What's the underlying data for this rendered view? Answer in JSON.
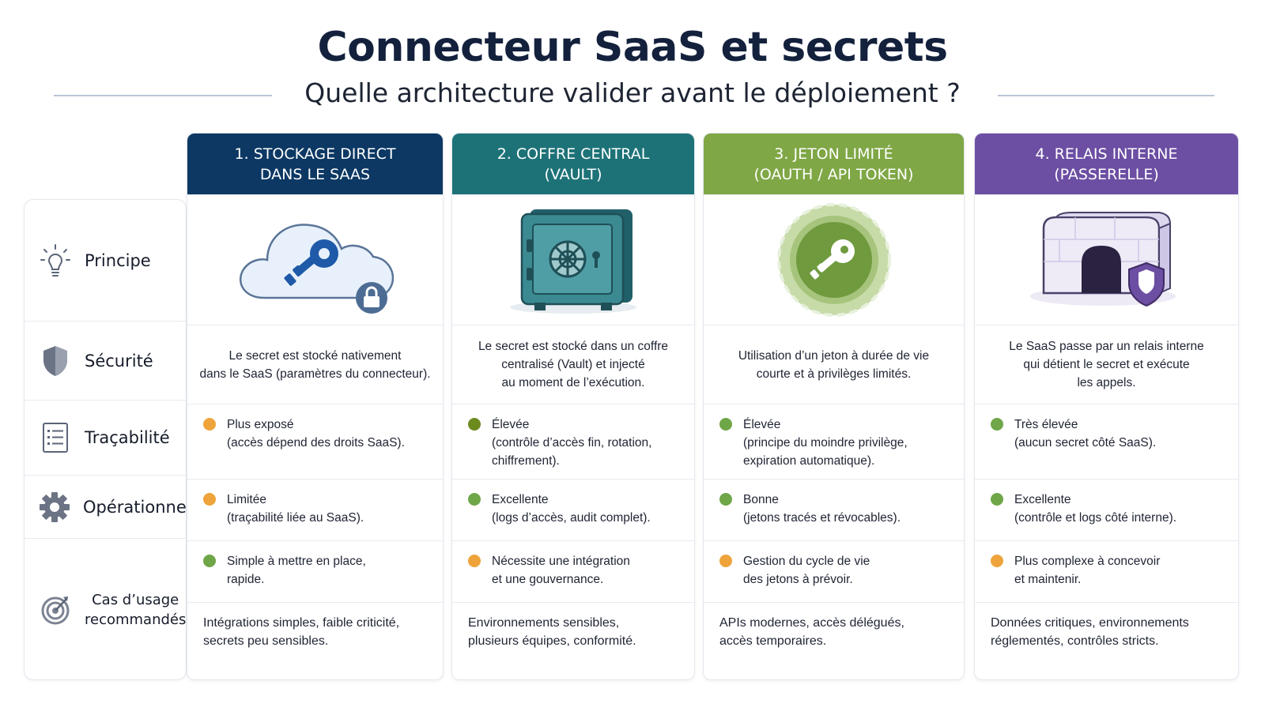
{
  "title": "Connecteur SaaS et secrets",
  "subtitle": "Quelle architecture valider avant le déploiement ?",
  "colors": {
    "orange": "#eea43a",
    "green": "#6ea648",
    "olive": "#6d8a1f",
    "navy": "#0c3863",
    "teal": "#1d7277",
    "lime": "#7fa745",
    "purple": "#6c4ea3"
  },
  "row_labels": [
    {
      "label": "Principe",
      "icon": "lightbulb-icon"
    },
    {
      "label": "Sécurité",
      "icon": "shield-icon"
    },
    {
      "label": "Traçabilité",
      "icon": "checklist-icon"
    },
    {
      "label": "Opérationnel",
      "icon": "gear-icon"
    },
    {
      "label_line1": "Cas d’usage",
      "label_line2": "recommandés",
      "icon": "target-icon"
    }
  ],
  "columns": [
    {
      "header_line1": "1. STOCKAGE DIRECT",
      "header_line2": "DANS LE SAAS",
      "header_color": "#0c3863",
      "illustration": "cloud-key-lock-icon",
      "principle": [
        "Le secret est stocké nativement",
        "dans le SaaS (paramètres du connecteur)."
      ],
      "security": {
        "dot": "#eea43a",
        "lines": [
          "Plus exposé",
          "(accès dépend des droits SaaS)."
        ]
      },
      "traceability": {
        "dot": "#eea43a",
        "lines": [
          "Limitée",
          "(traçabilité liée au SaaS)."
        ]
      },
      "operational": {
        "dot": "#6ea648",
        "lines": [
          "Simple à mettre en place,",
          "rapide."
        ]
      },
      "use_cases": [
        "Intégrations simples, faible criticité,",
        "secrets peu sensibles."
      ]
    },
    {
      "header_line1": "2. COFFRE CENTRAL",
      "header_line2": "(VAULT)",
      "header_color": "#1d7277",
      "illustration": "safe-vault-icon",
      "principle": [
        "Le secret est stocké dans un coffre",
        "centralisé (Vault) et injecté",
        "au moment de l’exécution."
      ],
      "security": {
        "dot": "#6d8a1f",
        "lines": [
          "Élevée",
          "(contrôle d’accès fin, rotation,",
          "chiffrement)."
        ]
      },
      "traceability": {
        "dot": "#6ea648",
        "lines": [
          "Excellente",
          "(logs d’accès, audit complet)."
        ]
      },
      "operational": {
        "dot": "#eea43a",
        "lines": [
          "Nécessite une intégration",
          "et une gouvernance."
        ]
      },
      "use_cases": [
        "Environnements sensibles,",
        "plusieurs équipes, conformité."
      ]
    },
    {
      "header_line1": "3. JETON LIMITÉ",
      "header_line2": "(OAUTH / API TOKEN)",
      "header_color": "#7fa745",
      "illustration": "token-key-icon",
      "principle": [
        "Utilisation d’un jeton à durée de vie",
        "courte et à privilèges limités."
      ],
      "security": {
        "dot": "#6ea648",
        "lines": [
          "Élevée",
          "(principe du moindre privilège,",
          "expiration automatique)."
        ]
      },
      "traceability": {
        "dot": "#6ea648",
        "lines": [
          "Bonne",
          "(jetons tracés et révocables)."
        ]
      },
      "operational": {
        "dot": "#eea43a",
        "lines": [
          "Gestion du cycle de vie",
          "des jetons à prévoir."
        ]
      },
      "use_cases": [
        "APIs modernes, accès délégués,",
        "accès temporaires."
      ]
    },
    {
      "header_line1": "4. RELAIS INTERNE",
      "header_line2": "(PASSERELLE)",
      "header_color": "#6c4ea3",
      "illustration": "gateway-shield-icon",
      "principle": [
        "Le SaaS passe par un relais interne",
        "qui détient le secret et exécute",
        "les appels."
      ],
      "security": {
        "dot": "#6ea648",
        "lines": [
          "Très élevée",
          "(aucun secret côté SaaS)."
        ]
      },
      "traceability": {
        "dot": "#6ea648",
        "lines": [
          "Excellente",
          "(contrôle et logs côté interne)."
        ]
      },
      "operational": {
        "dot": "#eea43a",
        "lines": [
          "Plus complexe à concevoir",
          "et maintenir."
        ]
      },
      "use_cases": [
        "Données critiques, environnements",
        "réglementés, contrôles stricts."
      ]
    }
  ]
}
